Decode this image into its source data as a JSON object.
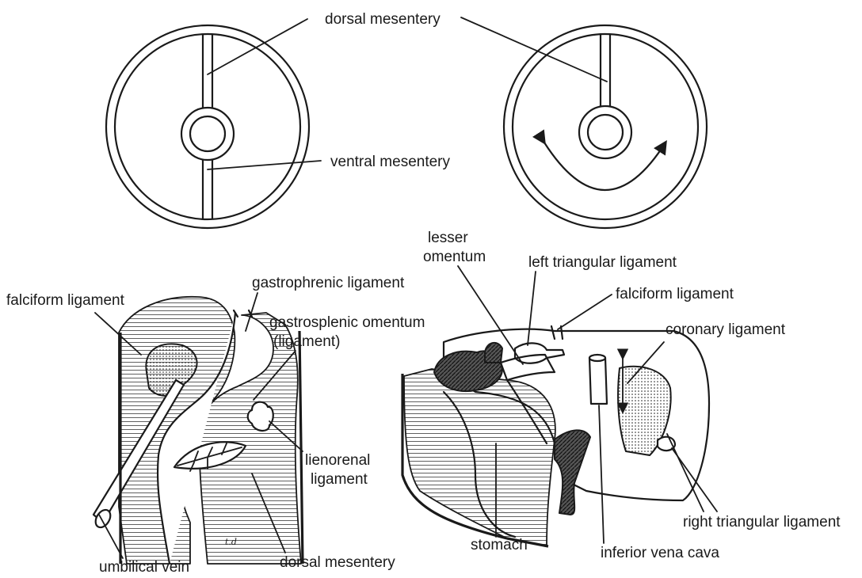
{
  "labels": {
    "dorsal_mesentery_top": "dorsal mesentery",
    "ventral_mesentery": "ventral mesentery",
    "lesser_omentum_1": "lesser",
    "lesser_omentum_2": "omentum",
    "left_triangular_ligament": "left triangular ligament",
    "falciform_ligament_right": "falciform ligament",
    "coronary_ligament": "coronary ligament",
    "falciform_ligament_left": "falciform ligament",
    "gastrophrenic_ligament": "gastrophrenic ligament",
    "gastrosplenic_omentum_1": "gastrosplenic omentum",
    "gastrosplenic_omentum_2": "(ligament)",
    "lienorenal_ligament_1": "lienorenal",
    "lienorenal_ligament_2": "ligament",
    "umbilical_vein": "umbilical vein",
    "dorsal_mesentery_bottom": "dorsal mesentery",
    "stomach": "stomach",
    "inferior_vena_cava": "inferior vena cava",
    "right_triangular_ligament": "right triangular ligament",
    "artist_mark": "t.d"
  }
}
